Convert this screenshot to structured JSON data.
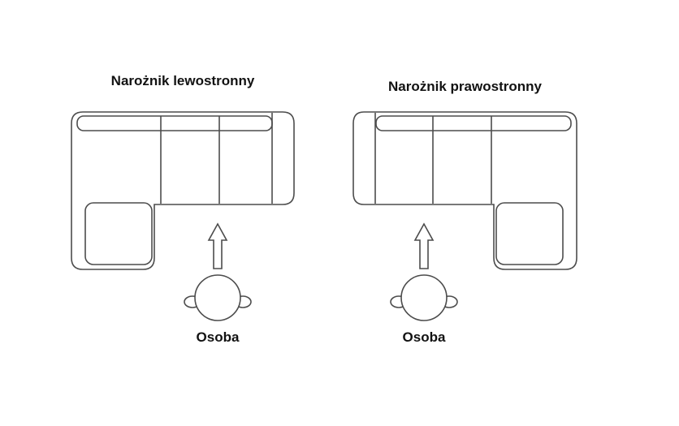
{
  "colors": {
    "line": "#4c4c4c",
    "text": "#121212",
    "background": "#ffffff"
  },
  "diagrams": [
    {
      "id": "left-corner-sofa",
      "title": "Narożnik lewostronny",
      "person_label": "Osoba"
    },
    {
      "id": "right-corner-sofa",
      "title": "Narożnik prawostronny",
      "person_label": "Osoba"
    }
  ]
}
